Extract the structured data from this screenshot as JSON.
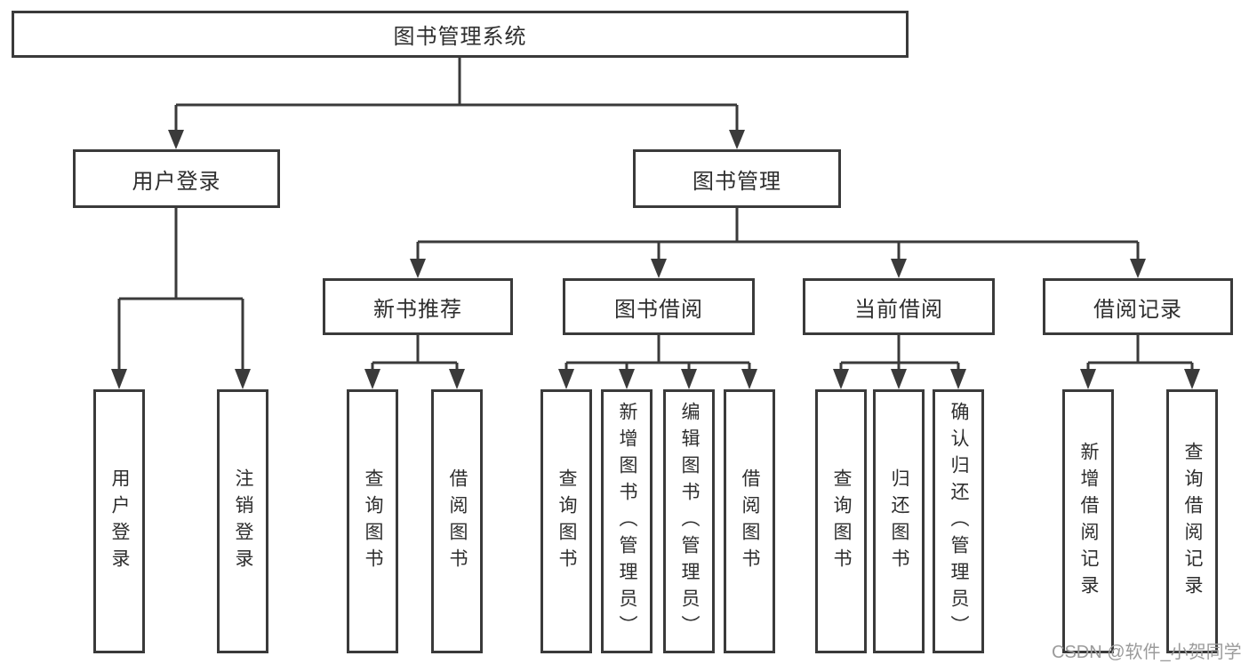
{
  "tree": {
    "root": {
      "label": "图书管理系统"
    },
    "branches": [
      {
        "label": "用户登录",
        "children": [
          {
            "label": "用户登录"
          },
          {
            "label": "注销登录"
          }
        ]
      },
      {
        "label": "图书管理",
        "children": [
          {
            "label": "新书推荐",
            "children": [
              {
                "label": "查询图书"
              },
              {
                "label": "借阅图书"
              }
            ]
          },
          {
            "label": "图书借阅",
            "children": [
              {
                "label": "查询图书"
              },
              {
                "label": "新增图书（管理员）"
              },
              {
                "label": "编辑图书（管理员）"
              },
              {
                "label": "借阅图书"
              }
            ]
          },
          {
            "label": "当前借阅",
            "children": [
              {
                "label": "查询图书"
              },
              {
                "label": "归还图书"
              },
              {
                "label": "确认归还（管理员）"
              }
            ]
          },
          {
            "label": "借阅记录",
            "children": [
              {
                "label": "新增借阅记录"
              },
              {
                "label": "查询借阅记录"
              }
            ]
          }
        ]
      }
    ]
  },
  "watermark": "CSDN @软件_小贺同学",
  "colors": {
    "line": "#3a3a3a",
    "text": "#2e2e2e",
    "box_fill": "#ffffff",
    "watermark": "#9b9b9b",
    "background": "#ffffff"
  }
}
